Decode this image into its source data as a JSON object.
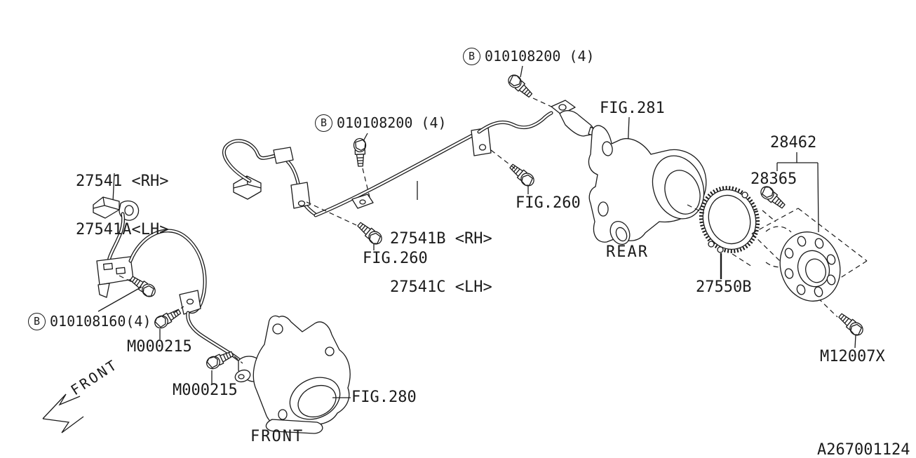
{
  "drawing_number": "A267001124",
  "symbols": {
    "bolt_marker": "B"
  },
  "parts": {
    "front_sensor": {
      "line1": "27541 <RH>",
      "line2": "27541A<LH>"
    },
    "rear_sensor": {
      "line1": "27541B <RH>",
      "line2": "27541C <LH>"
    },
    "hub_assembly": "28462",
    "hub_bolt": "28365",
    "tone_ring": "27550B",
    "axle_bolt": "M12007X",
    "sensor_bolt_upper": "M000215",
    "sensor_bolt_lower": "M000215",
    "bolt_code_rear_upper": "010108200 (4)",
    "bolt_code_rear_mid": "010108200 (4)",
    "bolt_code_front": "010108160(4)"
  },
  "references": {
    "fig_281": "FIG.281",
    "fig_280": "FIG.280",
    "fig_260_upper": "FIG.260",
    "fig_260_lower": "FIG.260"
  },
  "captions": {
    "rear": "REAR",
    "front": "FRONT",
    "front_arrow": "FRONT"
  }
}
